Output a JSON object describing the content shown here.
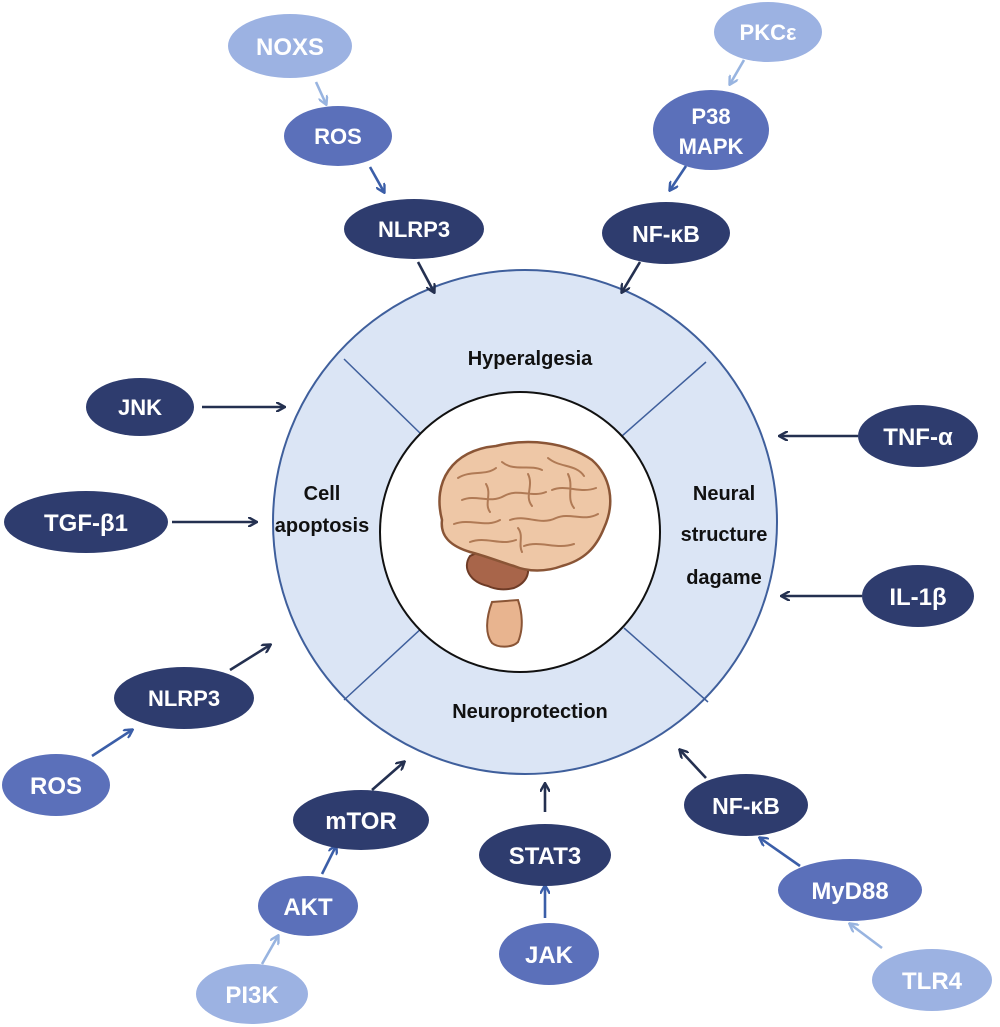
{
  "center": {
    "quadrants": {
      "top": "Hyperalgesia",
      "left": [
        "Cell",
        "apoptosis"
      ],
      "right": [
        "Neural",
        "structure",
        "dagame"
      ],
      "bottom": "Neuroprotection"
    },
    "icon": "brain-icon"
  },
  "colors": {
    "dark": "#2e3c6e",
    "medium": "#5b70ba",
    "light": "#9cb2e2",
    "ring_fill": "#dbe5f5",
    "ring_stroke": "#3f5f9c",
    "arrow_dark": "#243050",
    "arrow_medium": "#3b5ea8",
    "arrow_light": "#98b4e0"
  },
  "nodes": {
    "noxs": "NOXS",
    "ros_top": "ROS",
    "nlrp3_top": "NLRP3",
    "pkce": "PKCε",
    "p38_mapk": [
      "P38",
      "MAPK"
    ],
    "nfkb_top": "NF-κB",
    "jnk": "JNK",
    "tgf_b1": "TGF-β1",
    "tnf_a": "TNF-α",
    "il_1b": "IL-1β",
    "nlrp3_bottom": "NLRP3",
    "ros_bottom": "ROS",
    "mtor": "mTOR",
    "akt": "AKT",
    "pi3k": "PI3K",
    "stat3": "STAT3",
    "jak": "JAK",
    "nfkb_bottom": "NF-κB",
    "myd88": "MyD88",
    "tlr4": "TLR4"
  }
}
